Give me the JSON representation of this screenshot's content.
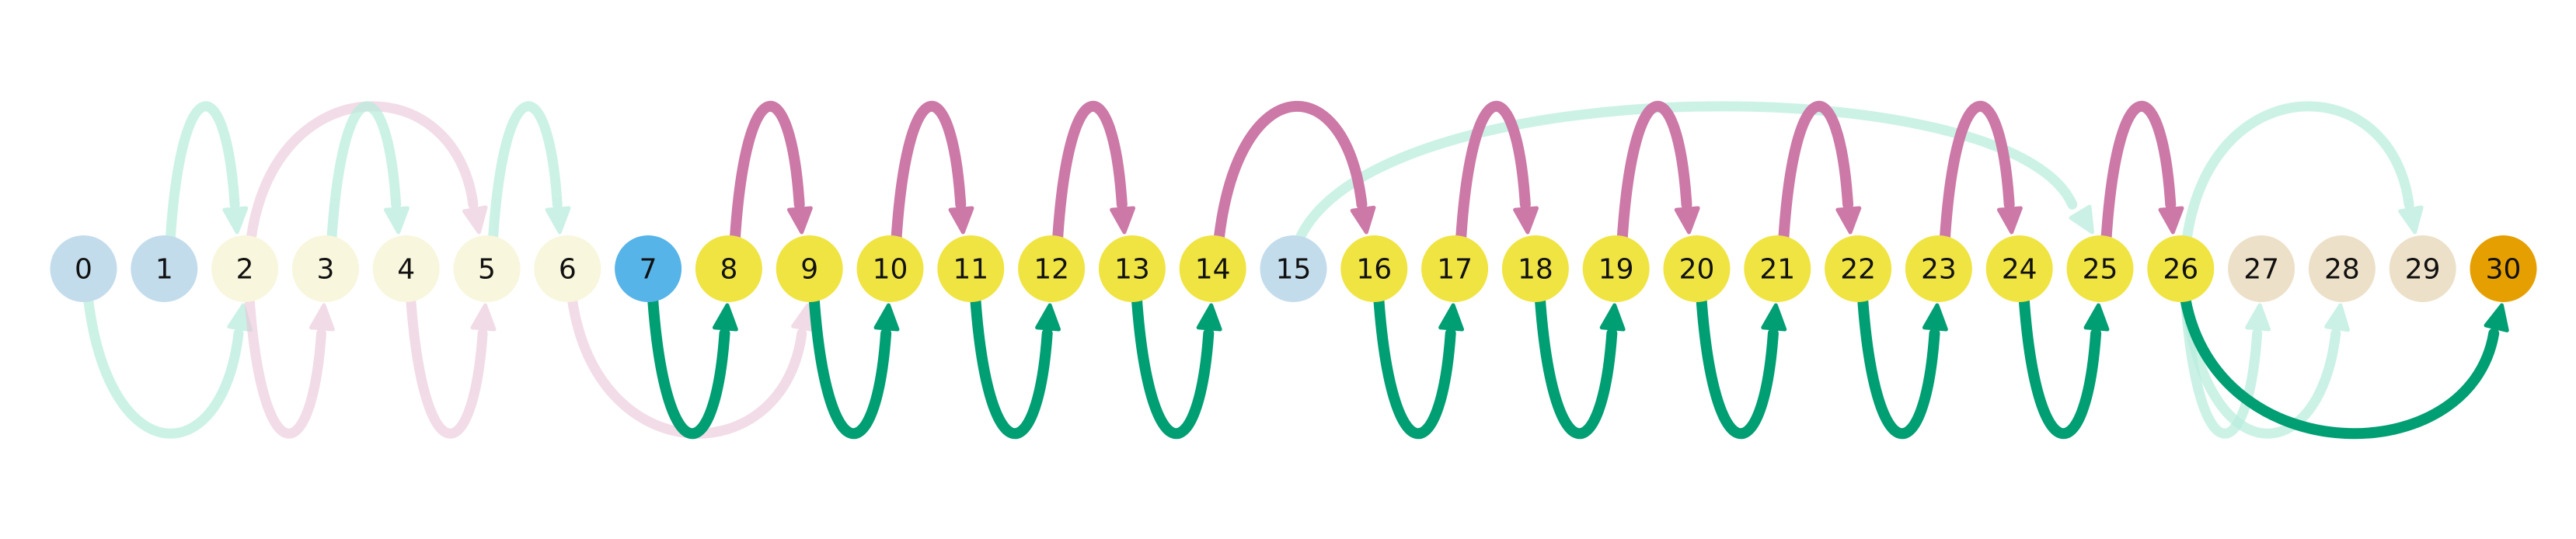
{
  "diagram": {
    "nodes": [
      {
        "label": "0",
        "color": "#c3dcec"
      },
      {
        "label": "1",
        "color": "#c3dcec"
      },
      {
        "label": "2",
        "color": "#f8f6dc"
      },
      {
        "label": "3",
        "color": "#f8f6dc"
      },
      {
        "label": "4",
        "color": "#f8f6dc"
      },
      {
        "label": "5",
        "color": "#f8f6dc"
      },
      {
        "label": "6",
        "color": "#f8f6dc"
      },
      {
        "label": "7",
        "color": "#56b4e9"
      },
      {
        "label": "8",
        "color": "#f0e442"
      },
      {
        "label": "9",
        "color": "#f0e442"
      },
      {
        "label": "10",
        "color": "#f0e442"
      },
      {
        "label": "11",
        "color": "#f0e442"
      },
      {
        "label": "12",
        "color": "#f0e442"
      },
      {
        "label": "13",
        "color": "#f0e442"
      },
      {
        "label": "14",
        "color": "#f0e442"
      },
      {
        "label": "15",
        "color": "#c3dcec"
      },
      {
        "label": "16",
        "color": "#f0e442"
      },
      {
        "label": "17",
        "color": "#f0e442"
      },
      {
        "label": "18",
        "color": "#f0e442"
      },
      {
        "label": "19",
        "color": "#f0e442"
      },
      {
        "label": "20",
        "color": "#f0e442"
      },
      {
        "label": "21",
        "color": "#f0e442"
      },
      {
        "label": "22",
        "color": "#f0e442"
      },
      {
        "label": "23",
        "color": "#f0e442"
      },
      {
        "label": "24",
        "color": "#f0e442"
      },
      {
        "label": "25",
        "color": "#f0e442"
      },
      {
        "label": "26",
        "color": "#f0e442"
      },
      {
        "label": "27",
        "color": "#ede0c8"
      },
      {
        "label": "28",
        "color": "#ede0c8"
      },
      {
        "label": "29",
        "color": "#ede0c8"
      },
      {
        "label": "30",
        "color": "#e69f00"
      }
    ],
    "arcs": [
      {
        "from": 1,
        "to": 2,
        "side": "top",
        "style": "faint-green"
      },
      {
        "from": 2,
        "to": 5,
        "side": "top",
        "style": "faint-pink"
      },
      {
        "from": 3,
        "to": 4,
        "side": "top",
        "style": "faint-green"
      },
      {
        "from": 5,
        "to": 6,
        "side": "top",
        "style": "faint-green"
      },
      {
        "from": 0,
        "to": 2,
        "side": "bottom",
        "style": "faint-green"
      },
      {
        "from": 2,
        "to": 3,
        "side": "bottom",
        "style": "faint-pink"
      },
      {
        "from": 4,
        "to": 5,
        "side": "bottom",
        "style": "faint-pink"
      },
      {
        "from": 6,
        "to": 9,
        "side": "bottom",
        "style": "faint-pink"
      },
      {
        "from": 8,
        "to": 9,
        "side": "top",
        "style": "pink"
      },
      {
        "from": 10,
        "to": 11,
        "side": "top",
        "style": "pink"
      },
      {
        "from": 12,
        "to": 13,
        "side": "top",
        "style": "pink"
      },
      {
        "from": 14,
        "to": 16,
        "side": "top",
        "style": "pink"
      },
      {
        "from": 17,
        "to": 18,
        "side": "top",
        "style": "pink"
      },
      {
        "from": 19,
        "to": 20,
        "side": "top",
        "style": "pink"
      },
      {
        "from": 21,
        "to": 22,
        "side": "top",
        "style": "pink"
      },
      {
        "from": 23,
        "to": 24,
        "side": "top",
        "style": "pink"
      },
      {
        "from": 25,
        "to": 26,
        "side": "top",
        "style": "pink"
      },
      {
        "from": 15,
        "to": 25,
        "side": "top",
        "style": "faint-green"
      },
      {
        "from": 26,
        "to": 29,
        "side": "top",
        "style": "faint-green"
      },
      {
        "from": 7,
        "to": 8,
        "side": "bottom",
        "style": "green"
      },
      {
        "from": 9,
        "to": 10,
        "side": "bottom",
        "style": "green"
      },
      {
        "from": 11,
        "to": 12,
        "side": "bottom",
        "style": "green"
      },
      {
        "from": 13,
        "to": 14,
        "side": "bottom",
        "style": "green"
      },
      {
        "from": 16,
        "to": 17,
        "side": "bottom",
        "style": "green"
      },
      {
        "from": 18,
        "to": 19,
        "side": "bottom",
        "style": "green"
      },
      {
        "from": 20,
        "to": 21,
        "side": "bottom",
        "style": "green"
      },
      {
        "from": 22,
        "to": 23,
        "side": "bottom",
        "style": "green"
      },
      {
        "from": 24,
        "to": 25,
        "side": "bottom",
        "style": "green"
      },
      {
        "from": 26,
        "to": 30,
        "side": "bottom",
        "style": "green"
      },
      {
        "from": 26,
        "to": 27,
        "side": "bottom",
        "style": "faint-green"
      },
      {
        "from": 26,
        "to": 28,
        "side": "bottom",
        "style": "faint-green"
      }
    ],
    "styles": {
      "green": {
        "color": "#009e73",
        "opacity": 1.0
      },
      "pink": {
        "color": "#cc79a7",
        "opacity": 1.0
      },
      "faint-green": {
        "color": "#b6ecdc",
        "opacity": 0.7
      },
      "faint-pink": {
        "color": "#e9c4d7",
        "opacity": 0.6
      }
    }
  }
}
